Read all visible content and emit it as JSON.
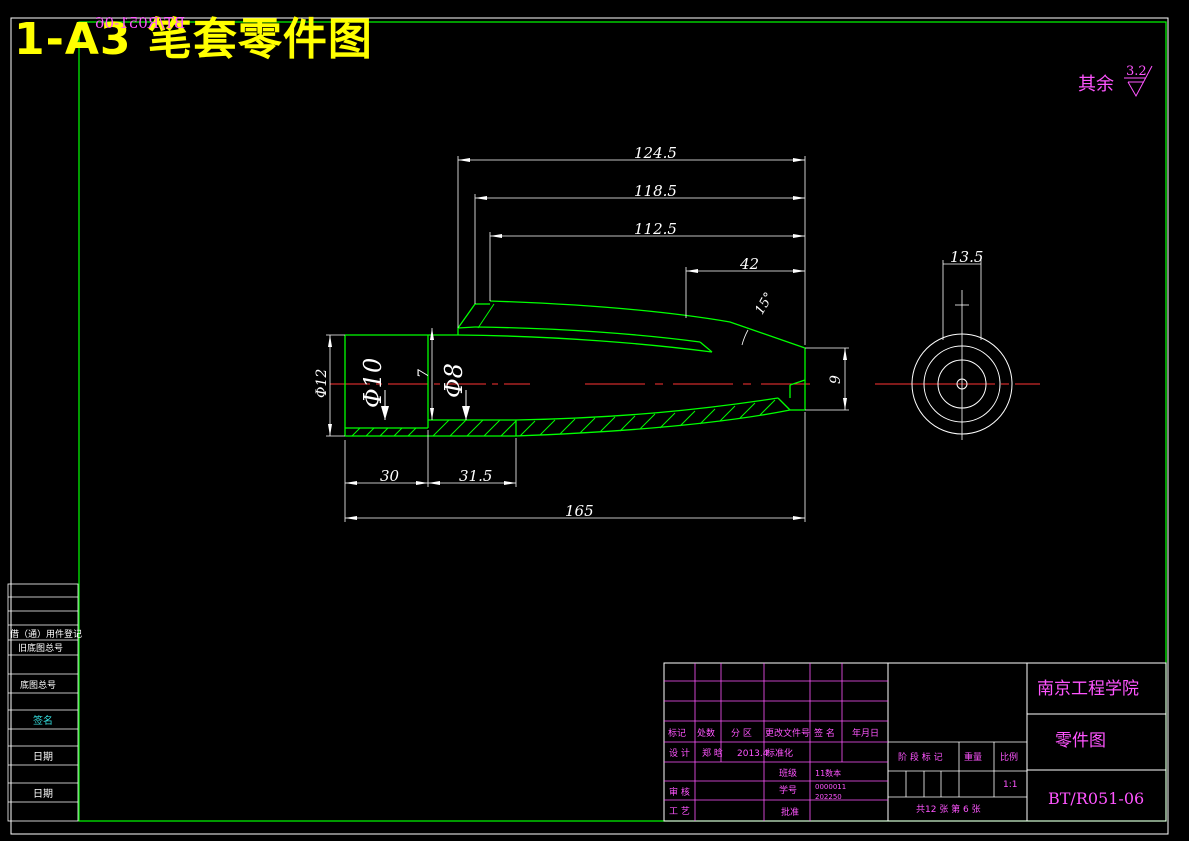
{
  "banner": {
    "title": "1-A3 笔套零件图",
    "mirrored_code": "BT/R051-06"
  },
  "roughness": {
    "label": "其余",
    "value": "3.2"
  },
  "dimensions": {
    "overall_top": "124.5",
    "second": "118.5",
    "third": "112.5",
    "taper_length": "42",
    "taper_angle": "15°",
    "total_length": "165",
    "seg_a": "30",
    "seg_b": "31.5",
    "dia_outer": "Φ12",
    "dia_10": "Φ10",
    "dia_8": "Φ8",
    "wall": "7",
    "tip": "9",
    "side_width": "13.5"
  },
  "side_table": {
    "rows": [
      "借（通）用件登记",
      "旧底图总号",
      "底图总号",
      "签名",
      "日期",
      "日期"
    ]
  },
  "title_block": {
    "school": "南京工程学院",
    "drawing_name": "零件图",
    "drawing_number": "BT/R051-06",
    "header_cells": [
      "标记",
      "处数",
      "分 区",
      "更改文件号",
      "签 名",
      "年月日"
    ],
    "design_label": "设 计",
    "designer": "郑 晗",
    "design_date": "2013.4",
    "standard_label": "标准化",
    "class_label": "班级",
    "class_value": "11数本",
    "id_label": "学号",
    "id_value1": "0000011",
    "id_value2": "202250",
    "review_label": "审 核",
    "process_label": "工 艺",
    "approve_label": "批准",
    "stage_label": "阶 段 标 记",
    "weight_label": "重量",
    "scale_label": "比例",
    "scale_value": "1:1",
    "sheets": "共12 张  第 6 张"
  }
}
